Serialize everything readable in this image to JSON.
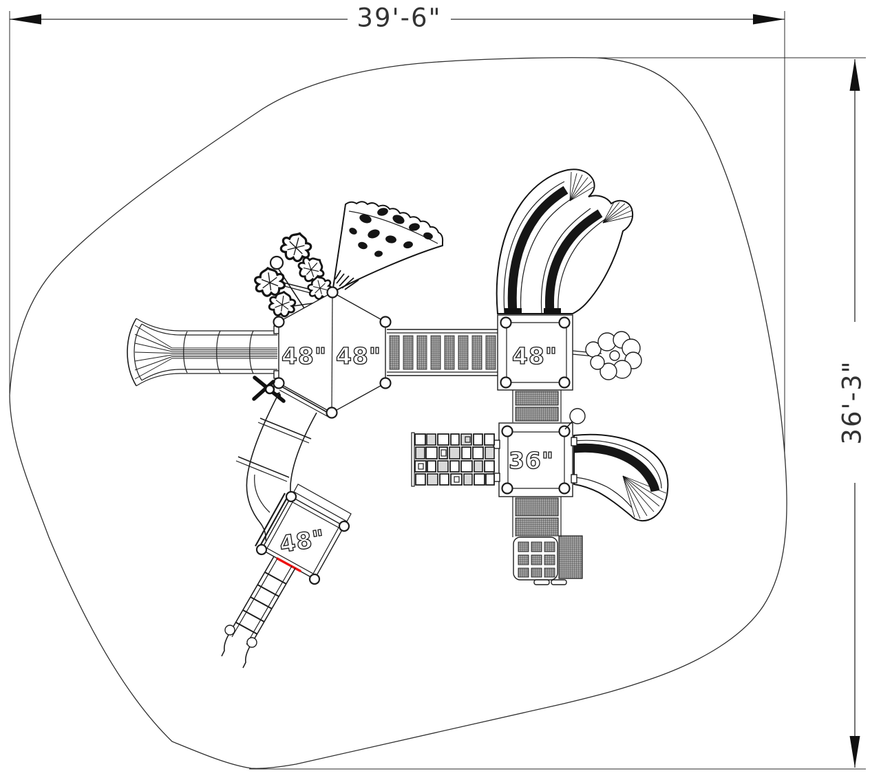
{
  "drawing": {
    "title": "Playground structure plan view",
    "dimensions": {
      "width_label": "39'-6\"",
      "height_label": "36'-3\""
    },
    "deck_labels": {
      "hex_left": "48\"",
      "hex_right": "48\"",
      "upper_square": "48\"",
      "mid_square": "36\"",
      "rotated_square": "48\""
    },
    "colors": {
      "line": "#1c1c1c",
      "accent_red": "#ee1111",
      "background": "#ffffff"
    },
    "components": [
      "use-zone-boundary",
      "straight-slide",
      "tube-slide",
      "double-curve-slide",
      "curve-slide",
      "clatter-bridge",
      "leaf-climber",
      "pizza-canopy",
      "flower-cluster",
      "steering-wheel",
      "block-climb-wall",
      "access-ladder",
      "transfer-module",
      "hatched-ramp"
    ]
  }
}
